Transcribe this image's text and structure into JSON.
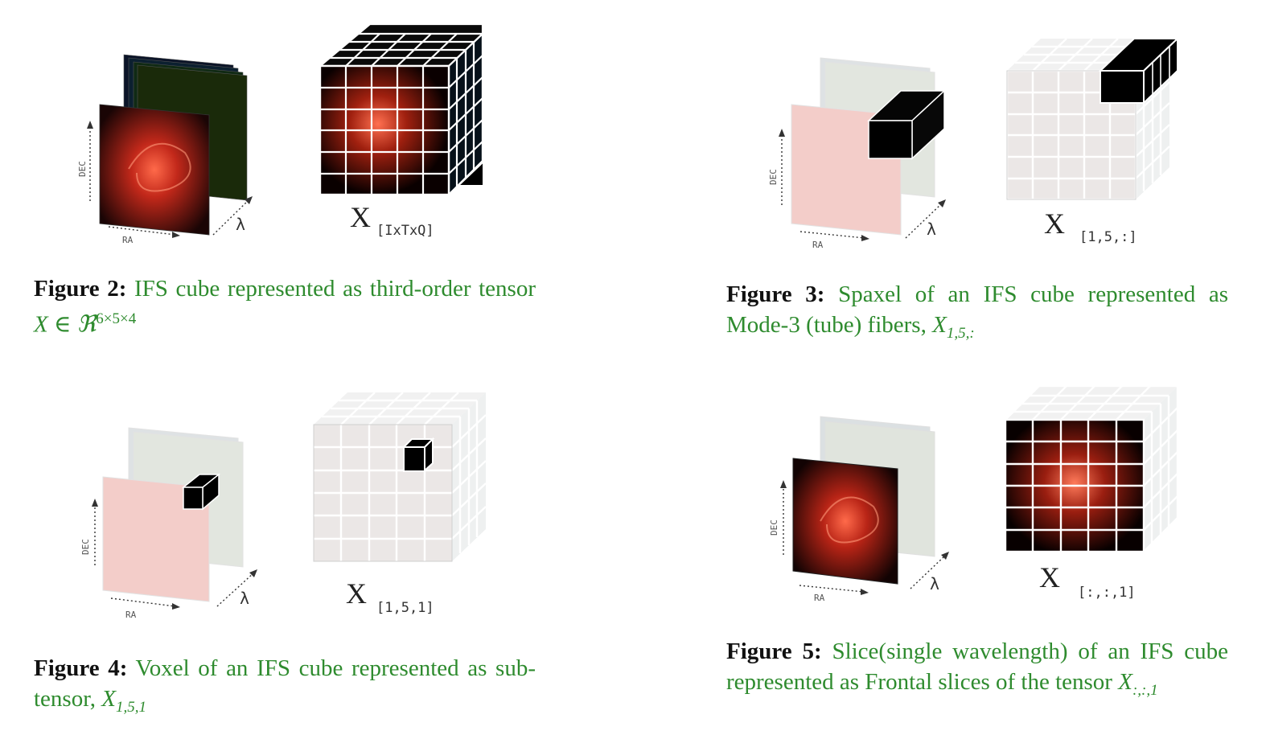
{
  "colors": {
    "caption_green": "#2e8b2e",
    "label_black": "#111111",
    "cube_line": "#ffffff",
    "galaxy_red": "#e8432a",
    "faded_gray": "#e2e2e2"
  },
  "figures": [
    {
      "id": "fig2",
      "axis_dec": "DEC",
      "axis_ra": "RA",
      "axis_lambda": "λ",
      "tensor_symbol": "X",
      "tensor_index": "[IxTxQ]",
      "caption": {
        "label": "Figure 2:",
        "text": "IFS cube represented as third-order tensor",
        "math": "X ∈ ℜ",
        "sup": "6×5×4"
      }
    },
    {
      "id": "fig3",
      "axis_dec": "DEC",
      "axis_ra": "RA",
      "axis_lambda": "λ",
      "tensor_symbol": "X",
      "tensor_index": "[1,5,:]",
      "caption": {
        "label": "Figure 3:",
        "text": "Spaxel of an IFS cube represented as Mode-3 (tube) fibers,",
        "math": "X",
        "sub": "1,5,:"
      }
    },
    {
      "id": "fig4",
      "axis_dec": "DEC",
      "axis_ra": "RA",
      "axis_lambda": "λ",
      "tensor_symbol": "X",
      "tensor_index": "[1,5,1]",
      "caption": {
        "label": "Figure 4:",
        "text": "Voxel of an IFS cube represented as sub-tensor,",
        "math": "X",
        "sub": "1,5,1"
      }
    },
    {
      "id": "fig5",
      "axis_dec": "DEC",
      "axis_ra": "RA",
      "axis_lambda": "λ",
      "tensor_symbol": "X",
      "tensor_index": "[:,:,1]",
      "caption": {
        "label": "Figure 5:",
        "text": "Slice(single wavelength) of an IFS cube represented as Frontal slices of the tensor",
        "math": "X",
        "sub": ":,:,1"
      }
    }
  ]
}
